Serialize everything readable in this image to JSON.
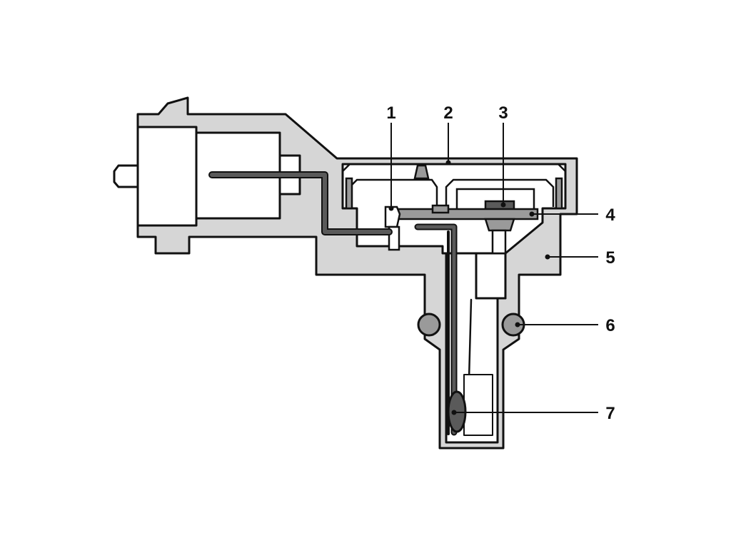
{
  "diagram": {
    "labels": [
      "1",
      "2",
      "3",
      "4",
      "5",
      "6",
      "7"
    ],
    "colors": {
      "body": "#d6d6d6",
      "dark": "#5a5a5a",
      "mid": "#9a9a9a",
      "line": "#111111"
    }
  }
}
